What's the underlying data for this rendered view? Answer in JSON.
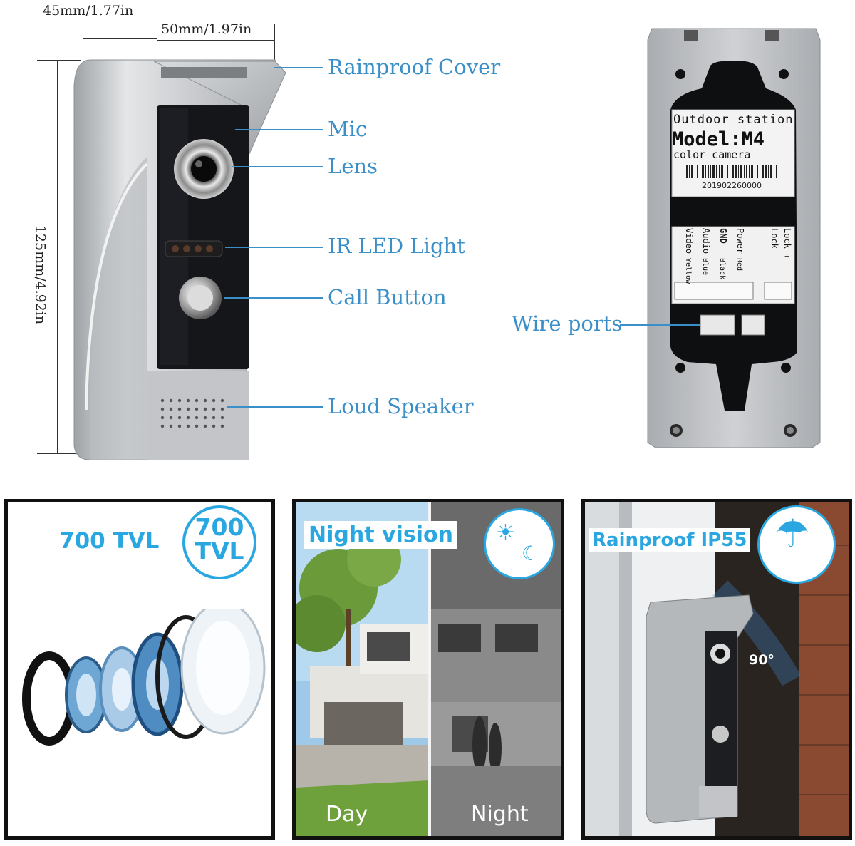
{
  "dimensions": {
    "depth": "45mm/1.77in",
    "width": "50mm/1.97in",
    "height": "125mm/4.92in"
  },
  "callouts": {
    "rainproof_cover": "Rainproof Cover",
    "mic": "Mic",
    "lens": "Lens",
    "ir_led": "IR LED Light",
    "call_button": "Call Button",
    "loud_speaker": "Loud Speaker",
    "wire_ports": "Wire ports"
  },
  "back_label": {
    "line1": "Outdoor station",
    "line2": "Model:M4",
    "line3": "color camera",
    "serial": "201902260000"
  },
  "wiring": {
    "rows": [
      "Video",
      "Audio",
      "GND",
      "Power"
    ],
    "colors": [
      "Yellow",
      "Blue",
      "Black",
      "Red"
    ],
    "lock": [
      "Lock -",
      "Lock +"
    ]
  },
  "panels": {
    "tvl": {
      "title": "700 TVL",
      "badge_line1": "700",
      "badge_line2": "TVL"
    },
    "night": {
      "title": "Night vision",
      "day": "Day",
      "night": "Night"
    },
    "rain": {
      "title": "Rainproof IP55",
      "angle": "90°"
    }
  },
  "colors": {
    "accent": "#3b8fc8",
    "badge_blue": "#2aa7e0",
    "housing_silver": "#c8cacd",
    "faceplate_black": "#14161a"
  }
}
